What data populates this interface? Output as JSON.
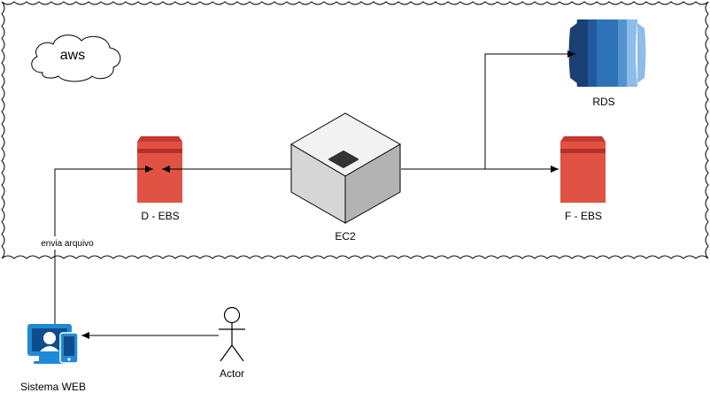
{
  "cloud_label": "aws",
  "nodes": {
    "rds": {
      "label": "RDS",
      "icon": "rds-database-icon"
    },
    "ebs_d": {
      "label": "D - EBS",
      "icon": "ebs-volume-icon"
    },
    "ec2": {
      "label": "EC2",
      "icon": "ec2-instance-icon"
    },
    "ebs_f": {
      "label": "F - EBS",
      "icon": "ebs-volume-icon"
    },
    "web": {
      "label": "Sistema WEB",
      "icon": "web-system-icon"
    },
    "actor": {
      "label": "Actor",
      "icon": "actor-icon"
    }
  },
  "edges": {
    "upload_label": "envia arquivo"
  },
  "colors": {
    "ebs_red": "#E05243",
    "rds_blue": "#2E73B8",
    "web_blue": "#1E8AD6",
    "line": "#000000"
  }
}
